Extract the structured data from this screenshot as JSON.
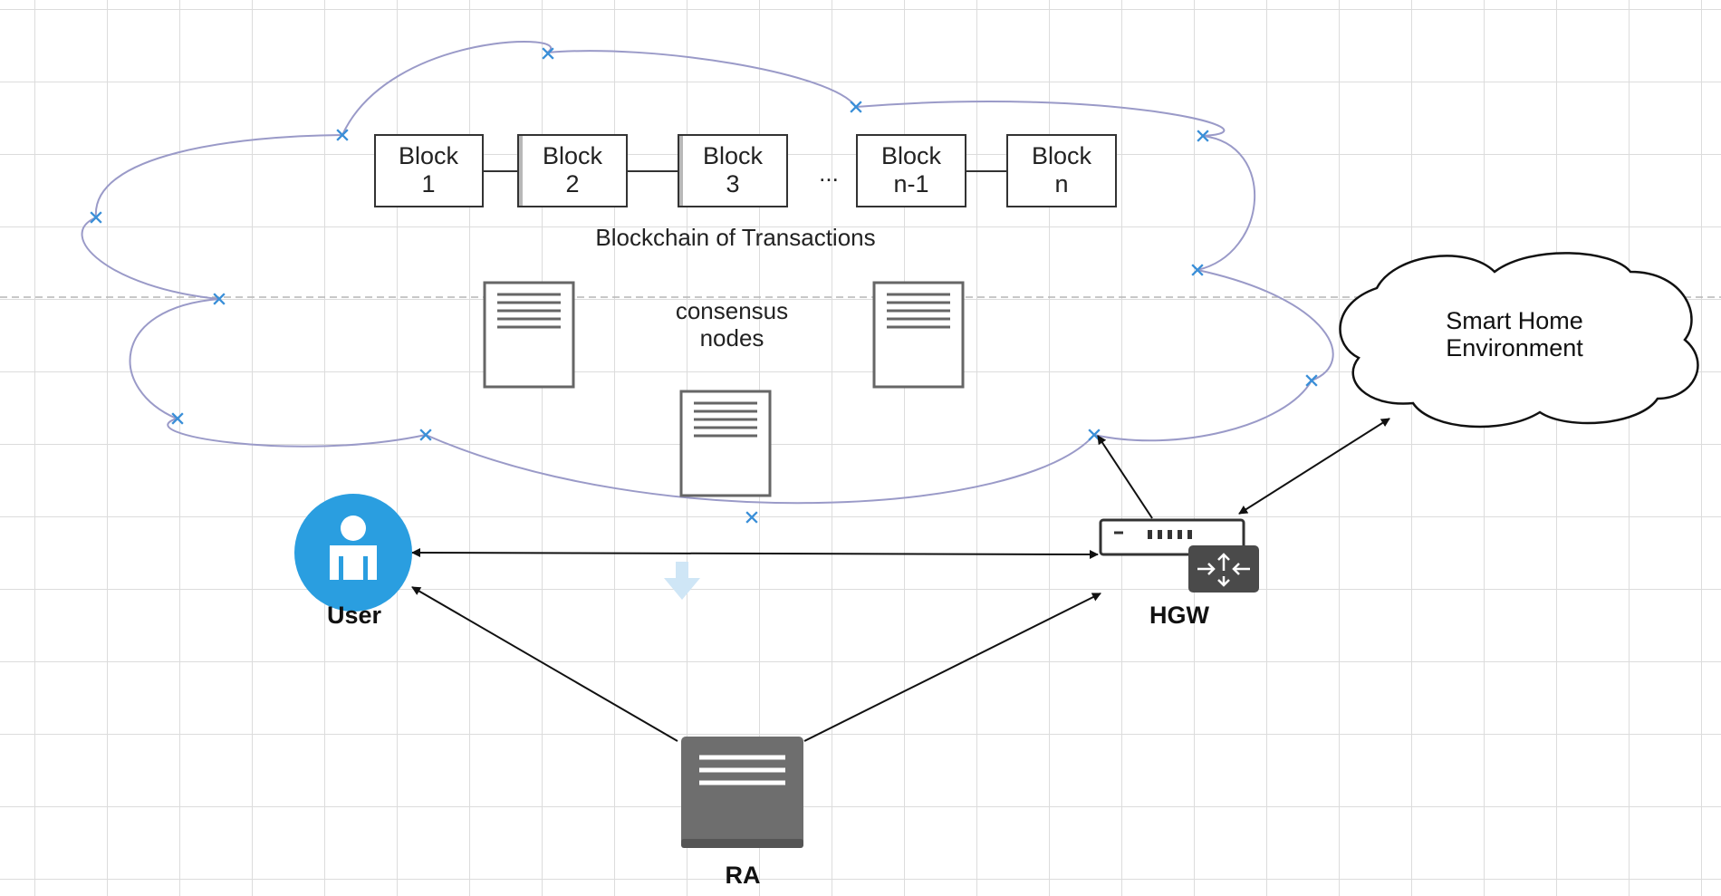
{
  "diagram": {
    "blocks": [
      {
        "line1": "Block",
        "line2": "1"
      },
      {
        "line1": "Block",
        "line2": "2"
      },
      {
        "line1": "Block",
        "line2": "3"
      },
      {
        "line1": "Block",
        "line2": "n-1"
      },
      {
        "line1": "Block",
        "line2": "n"
      }
    ],
    "ellipsis": "...",
    "blockchain_label": "Blockchain of Transactions",
    "consensus_label": {
      "line1": "consensus",
      "line2": "nodes"
    },
    "smart_home": {
      "line1": "Smart Home",
      "line2": "Environment"
    },
    "user_label": "User",
    "hgw_label": "HGW",
    "ra_label": "RA",
    "colors": {
      "cloud_outline": "#9a9ac8",
      "handle_marker": "#3a8fd8",
      "user_icon": "#2a9ee0",
      "server_outline": "#666666",
      "ra_server": "#6e6e6e",
      "arrow": "#111111",
      "grid": "#dcdcdc"
    },
    "icons": {
      "user": "user-icon",
      "hgw": "router-icon",
      "ra": "server-icon",
      "consensus_nodes": "server-icon",
      "hint": "down-arrow-icon"
    }
  }
}
